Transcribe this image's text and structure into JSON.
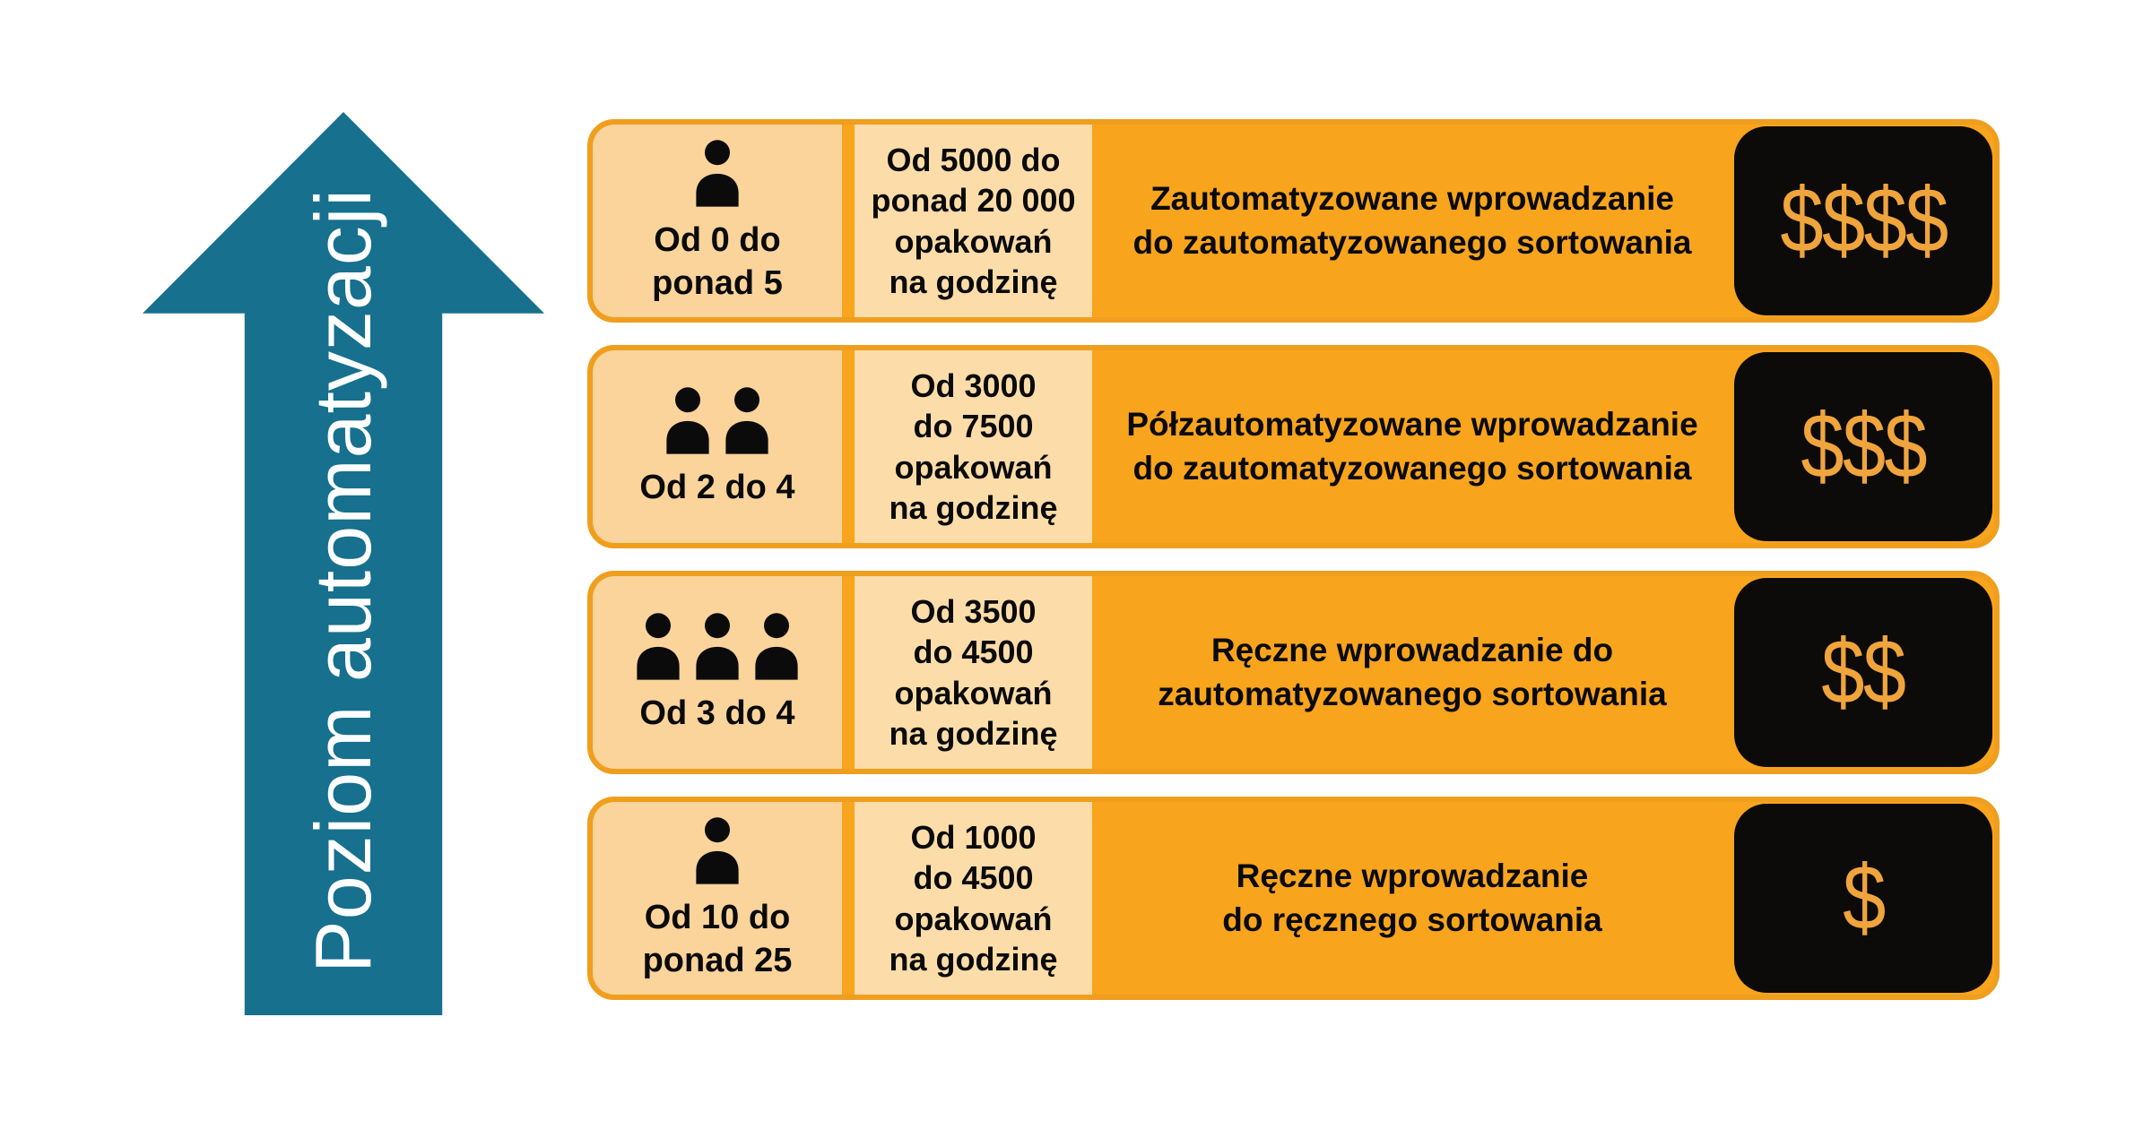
{
  "colors": {
    "teal": "#16708E",
    "orange": "#F9A41D",
    "row-border": "#EF9E1E",
    "peach1": "#FBD49B",
    "peach2": "#FCDCA8",
    "black-box": "#0C0B09",
    "dollar": "#F0A43C",
    "text": "#0A0A0A",
    "arrow-label-color": "#FFFFFF"
  },
  "arrow": {
    "label": "Poziom automatyzacji"
  },
  "rows": [
    {
      "workers": 1,
      "workers_label": "Od 0 do\nponad 5",
      "throughput": "Od 5000 do\nponad 20 000\nopakowań\nna godzinę",
      "description": "Zautomatyzowane wprowadzanie\ndo zautomatyzowanego sortowania",
      "cost": "$$$$"
    },
    {
      "workers": 2,
      "workers_label": "Od 2 do 4",
      "throughput": "Od 3000\ndo 7500\nopakowań\nna godzinę",
      "description": "Półzautomatyzowane wprowadzanie\ndo zautomatyzowanego sortowania",
      "cost": "$$$"
    },
    {
      "workers": 3,
      "workers_label": "Od 3 do 4",
      "throughput": "Od 3500\ndo 4500\nopakowań\nna godzinę",
      "description": "Ręczne wprowadzanie do\nzautomatyzowanego sortowania",
      "cost": "$$"
    },
    {
      "workers": 1,
      "workers_label": "Od 10 do\nponad 25",
      "throughput": "Od 1000\ndo 4500\nopakowań\nna godzinę",
      "description": "Ręczne wprowadzanie\ndo ręcznego sortowania",
      "cost": "$"
    }
  ]
}
